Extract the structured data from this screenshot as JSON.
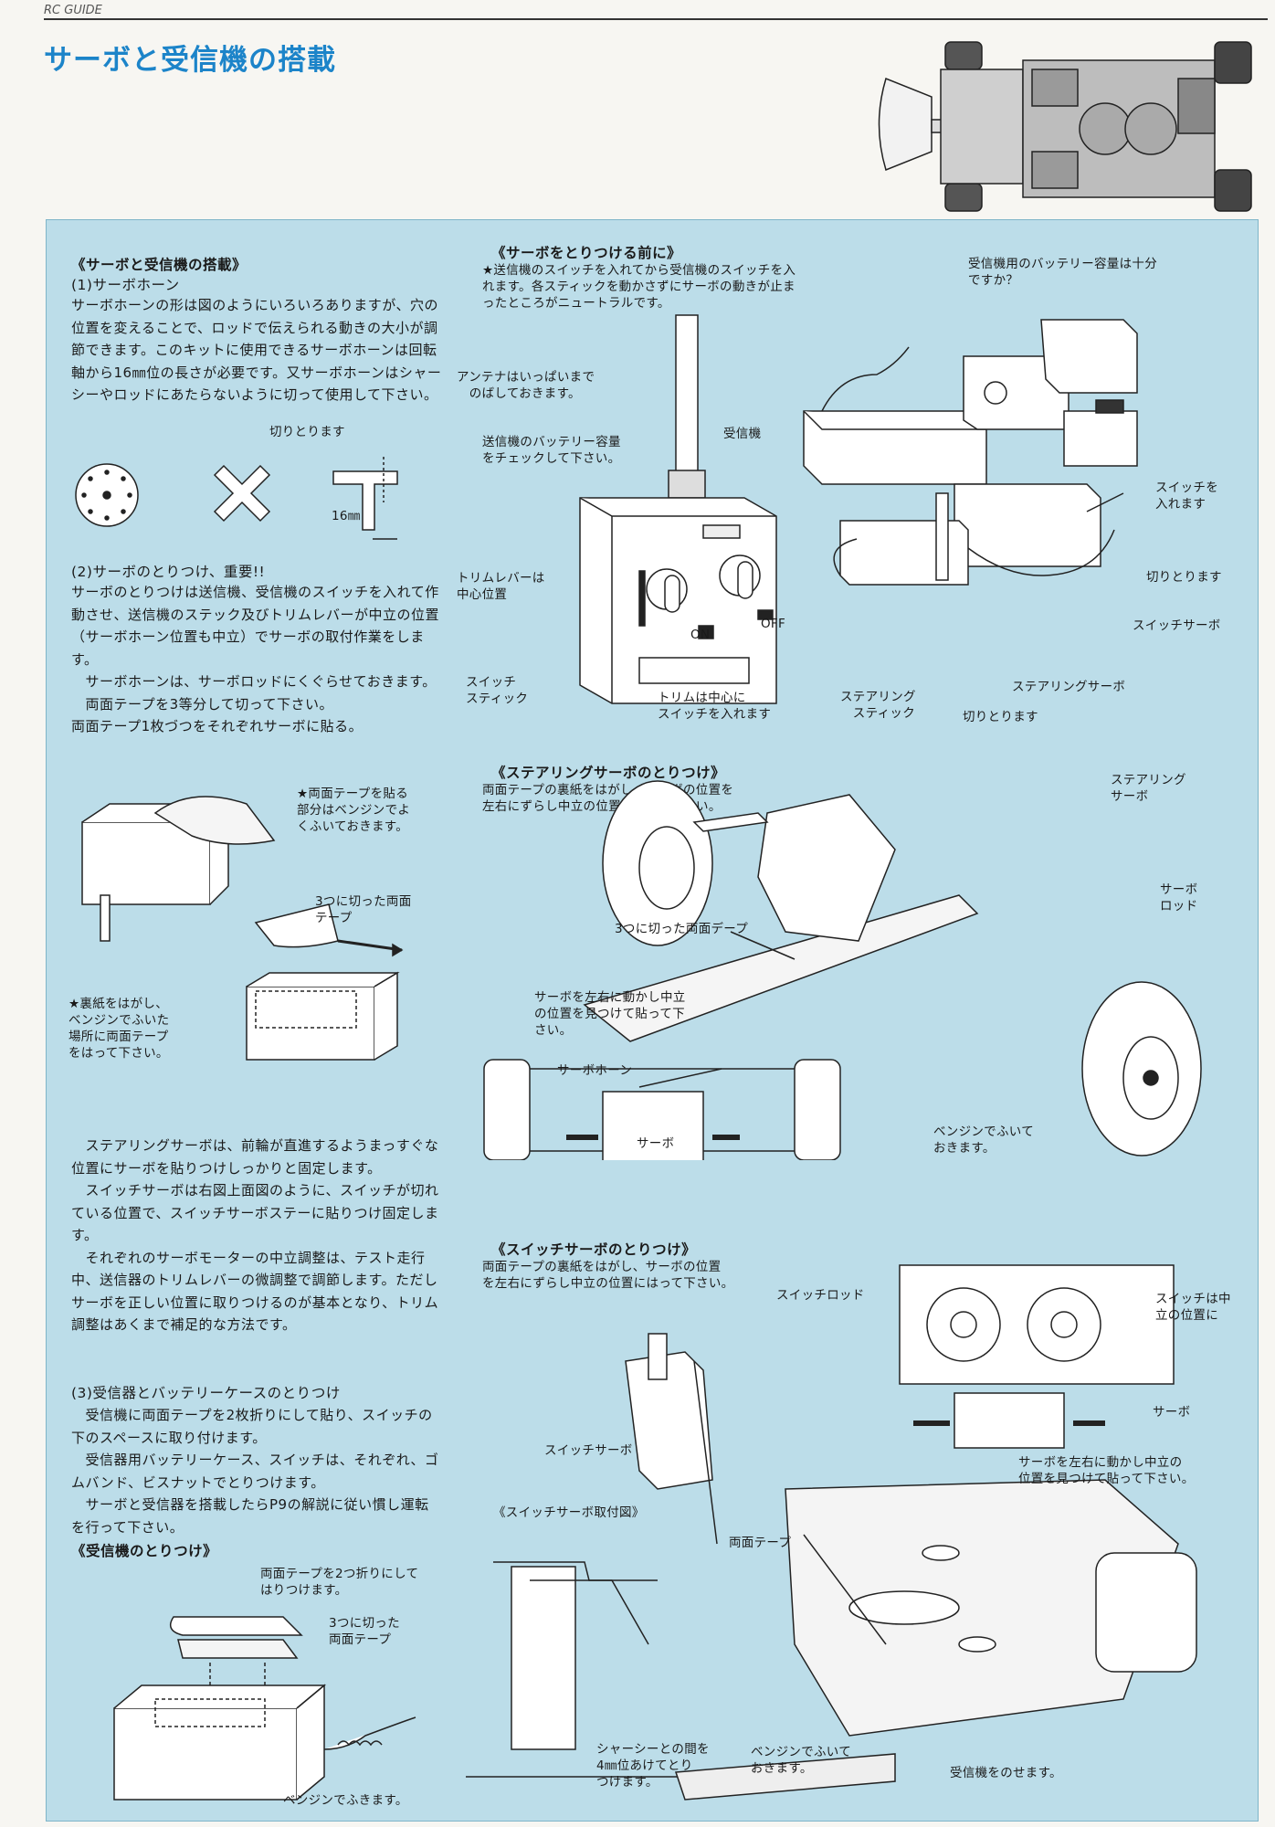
{
  "header": {
    "running_tag": "RC GUIDE",
    "title": "サーボと受信機の搭載"
  },
  "left": {
    "h_main": "《サーボと受信機の搭載》",
    "s1_heading": "(1)サーボホーン",
    "s1_text": "サーボホーンの形は図のようにいろいろありますが、穴の位置を変えることで、ロッドで伝えられる動きの大小が調節できます。このキットに使用できるサーボホーンは回転軸から16㎜位の長さが必要です。又サーボホーンはシャーシーやロッドにあたらないように切って使用して下さい。",
    "horn_cut": "切りとります",
    "horn_len": "16㎜",
    "s2_heading": "(2)サーボのとりつけ、重要!!",
    "s2_text": "サーボのとりつけは送信機、受信機のスイッチを入れて作動させ、送信機のステック及びトリムレバーが中立の位置（サーボホーン位置も中立）でサーボの取付作業をします。\n　サーボホーンは、サーボロッドにくぐらせておきます。\n　両面テープを3等分して切って下さい。\n両面テープ1枚づつをそれぞれサーボに貼る。",
    "tape_note1": "★両面テープを貼る\n部分はベンジンでよ\nくふいておきます。",
    "tape_cut": "3つに切った両面\nテープ",
    "tape_note2": "★裏紙をはがし、\nベンジンでふいた\n場所に両面テープ\nをはって下さい。",
    "body2": "　ステアリングサーボは、前輪が直進するようまっすぐな位置にサーボを貼りつけしっかりと固定します。\n　スイッチサーボは右図上面図のように、スイッチが切れている位置で、スイッチサーボステーに貼りつけ固定します。\n　それぞれのサーボモーターの中立調整は、テスト走行中、送信器のトリムレバーの微調整で調節します。ただしサーボを正しい位置に取りつけるのが基本となり、トリム調整はあくまで補足的な方法です。",
    "s3_heading": "(3)受信器とバッテリーケースのとりつけ",
    "s3_text": "　受信機に両面テープを2枚折りにして貼り、スイッチの下のスペースに取り付けます。\n　受信器用バッテリーケース、スイッチは、それぞれ、ゴムバンド、ビスナットでとりつけます。\n　サーボと受信器を搭載したらP9の解説に従い慣し運転を行って下さい。",
    "rx_heading": "《受信機のとりつけ》",
    "rx_fold": "両面テープを2つ折りにして\nはりつけます。",
    "rx_cut": "3つに切った\n両面テープ",
    "rx_wipe": "ベンジンでふきます。"
  },
  "right": {
    "before_heading": "《サーボをとりつける前に》",
    "before_text": "★送信機のスイッチを入れてから受信機のスイッチを入\nれます。各スティックを動かさずにサーボの動きが止ま\nったところがニュートラルです。",
    "battery_q": "受信機用のバッテリー容量は十分\nですか？",
    "antenna": "アンテナはいっぱいまで\n　のばしておきます。",
    "receiver": "受信機",
    "tx_battery": "送信機のバッテリー容量\nをチェックして下さい。",
    "switch_on": "スイッチを\n入れます",
    "trim_lever": "トリムレバーは\n中心位置",
    "cut1": "切りとります",
    "switch_servo": "スイッチサーボ",
    "switch_stick": "スイッチ\nスティック",
    "trim_center": "トリムは中心に\nスイッチを入れます",
    "steer_stick": "ステアリング\n　スティック",
    "cut2": "切りとります",
    "steer_servo": "ステアリングサーボ",
    "on": "ON",
    "off": "OFF",
    "steer_heading": "《ステアリングサーボのとりつけ》",
    "steer_text": "両面テープの裏紙をはがし、サーボの位置を\n左右にずらし中立の位置にはって下さい。",
    "steer_servo2": "ステアリング\nサーボ",
    "servo_rod": "サーボ\nロッド",
    "tape3": "3つに切った両面デープ",
    "neutral_find": "サーボを左右に動かし中立\nの位置を見つけて貼って下\nさい。",
    "servo_horn": "サーボホーン",
    "servo": "サーボ",
    "benzine": "ベンジンでふいて\nおきます。",
    "sw_heading": "《スイッチサーボのとりつけ》",
    "sw_text": "両面テープの裏紙をはがし、サーボの位置\nを左右にずらし中立の位置にはって下さい。",
    "switch_rod": "スイッチロッド",
    "switch_neutral": "スイッチは中\n立の位置に",
    "servo2": "サーボ",
    "switch_servo2": "スイッチサーボ",
    "neutral2": "サーボを左右に動かし中立の\n位置を見つけて貼って下さい。",
    "sw_fig": "《スイッチサーボ取付図》",
    "tape": "両面テープ",
    "gap": "シャーシーとの間を\n4㎜位あけてとり\nつけます。",
    "benzine2": "ベンジンでふいて\nおきます。",
    "rx_place": "受信機をのせます。"
  }
}
